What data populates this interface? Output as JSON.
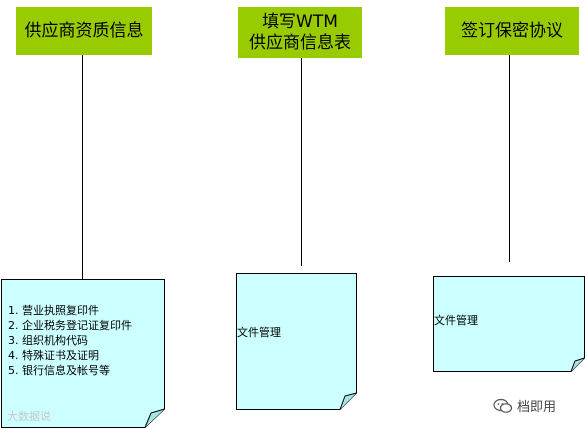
{
  "headers": {
    "supplier_qualification": [
      "供应商资质信息"
    ],
    "wtm_form": [
      "填写WTM",
      "供应商信息表"
    ],
    "nda": [
      "签订保密协议"
    ]
  },
  "notes": {
    "qualification_items": [
      "1. 营业执照复印件",
      "2. 企业税务登记证复印件",
      "3. 组织机构代码",
      "4. 特殊证书及证明",
      "5. 银行信息及帐号等"
    ],
    "wtm_form_note": "文件管理",
    "nda_note": "文件管理"
  },
  "watermarks": {
    "left": "大数据说",
    "right": "档即用"
  },
  "colors": {
    "header_fill": "#99cc00",
    "note_fill": "#ccffff"
  }
}
